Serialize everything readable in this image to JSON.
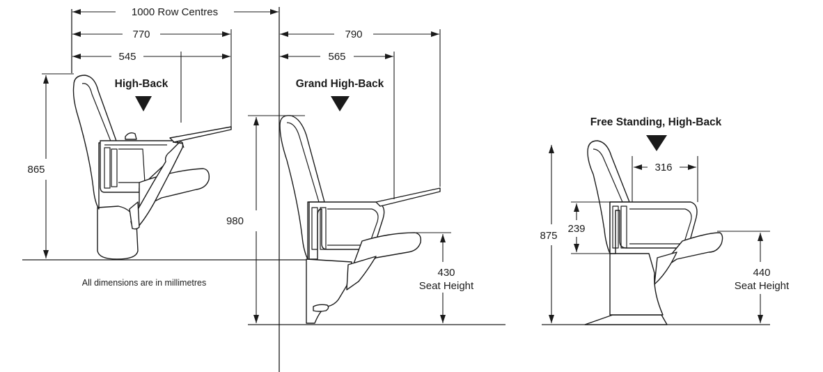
{
  "diagram": {
    "note": "All dimensions are in millimetres",
    "row_centres": "1000 Row Centres",
    "high_back": {
      "title": "High-Back",
      "depth_tablet": "770",
      "depth_seat": "545",
      "height": "865"
    },
    "grand_high_back": {
      "title": "Grand High-Back",
      "depth_tablet": "790",
      "depth_seat": "565",
      "height": "980",
      "seat_height_value": "430",
      "seat_height_label": "Seat Height"
    },
    "free_standing": {
      "title": "Free Standing, High-Back",
      "width": "316",
      "arm_height": "239",
      "height": "875",
      "seat_height_value": "440",
      "seat_height_label": "Seat Height"
    }
  }
}
